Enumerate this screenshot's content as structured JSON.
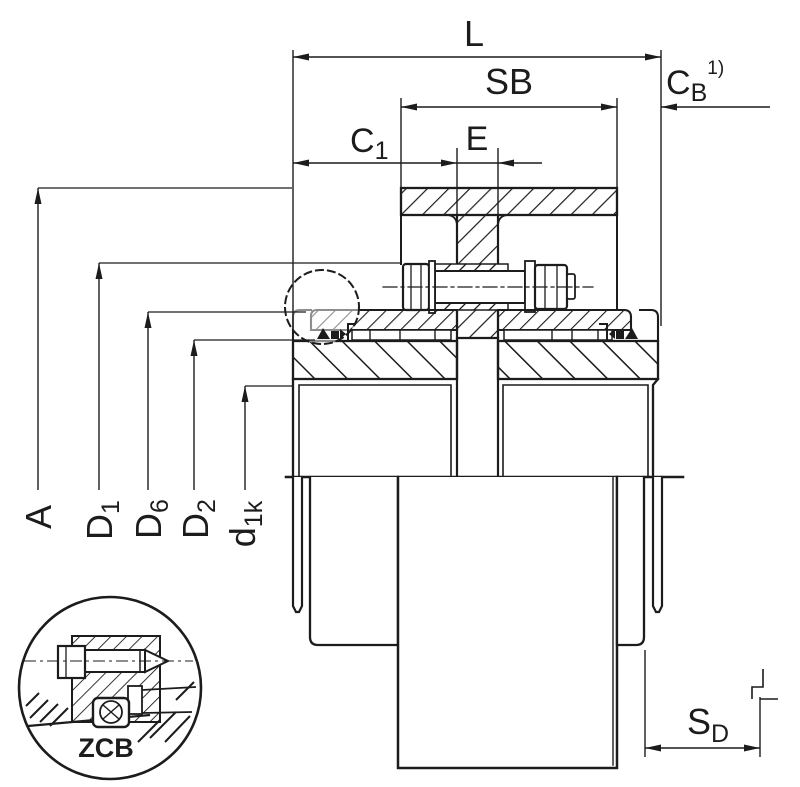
{
  "labels": {
    "L": {
      "main": "L"
    },
    "SB": {
      "main": "SB"
    },
    "CB": {
      "main": "C",
      "sub": "B",
      "sup": "1)"
    },
    "C1": {
      "main": "C",
      "sub": "1"
    },
    "E": {
      "main": "E"
    },
    "A": {
      "main": "A"
    },
    "D1": {
      "main": "D",
      "sub": "1"
    },
    "D6": {
      "main": "D",
      "sub": "6"
    },
    "D2": {
      "main": "D",
      "sub": "2"
    },
    "d1k": {
      "main": "d",
      "sub": "1k"
    },
    "SD": {
      "main": "S",
      "sub": "D"
    },
    "detail": {
      "main": "ZCB"
    }
  },
  "colors": {
    "line": "#1c1c1c",
    "background": "#ffffff"
  }
}
